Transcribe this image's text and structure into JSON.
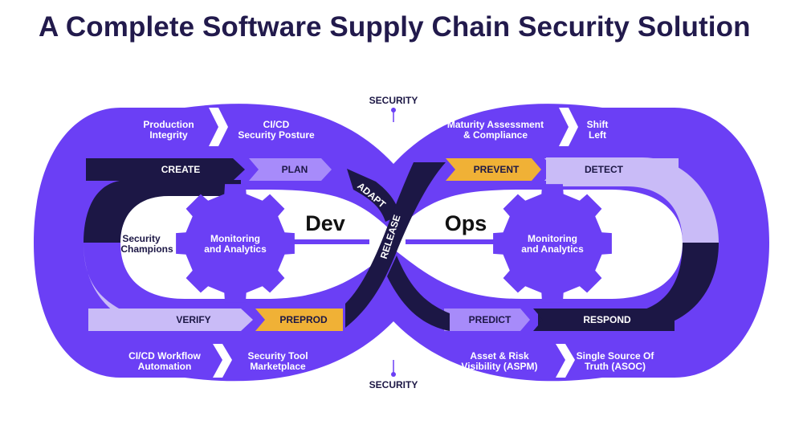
{
  "title": "A Complete Software Supply Chain Security Solution",
  "security_top": "SECURITY",
  "security_bottom": "SECURITY",
  "outer": {
    "production_integrity": [
      "Production",
      "Integrity"
    ],
    "cicd_posture": [
      "CI/CD",
      "Security Posture"
    ],
    "maturity": [
      "Maturity Assessment",
      "& Compliance"
    ],
    "shift_left": [
      "Shift",
      "Left"
    ],
    "cicd_workflow": [
      "CI/CD Workflow",
      "Automation"
    ],
    "tool_marketplace": [
      "Security Tool",
      "Marketplace"
    ],
    "asset_risk": [
      "Asset & Risk",
      "Visibility (ASPM)"
    ],
    "single_source": [
      "Single Source Of",
      "Truth (ASOC)"
    ]
  },
  "stages": {
    "create": "CREATE",
    "plan": "PLAN",
    "adapt": "ADAPT",
    "release": "RELEASE",
    "prevent": "PREVENT",
    "detect": "DETECT",
    "verify": "VERIFY",
    "preprod": "PREPROD",
    "predict": "PREDICT",
    "respond": "RESPOND"
  },
  "dev": "Dev",
  "ops": "Ops",
  "security_champions": [
    "Security",
    "Champions"
  ],
  "gear_left": [
    "Monitoring",
    "and Analytics"
  ],
  "gear_right": [
    "Monitoring",
    "and Analytics"
  ],
  "colors": {
    "purple": "#6b3ff5",
    "navy": "#1c1745",
    "lavender": "#a78bfa",
    "light_lavender": "#c9bbf7",
    "amber": "#f0b136",
    "title": "#221a4c"
  }
}
